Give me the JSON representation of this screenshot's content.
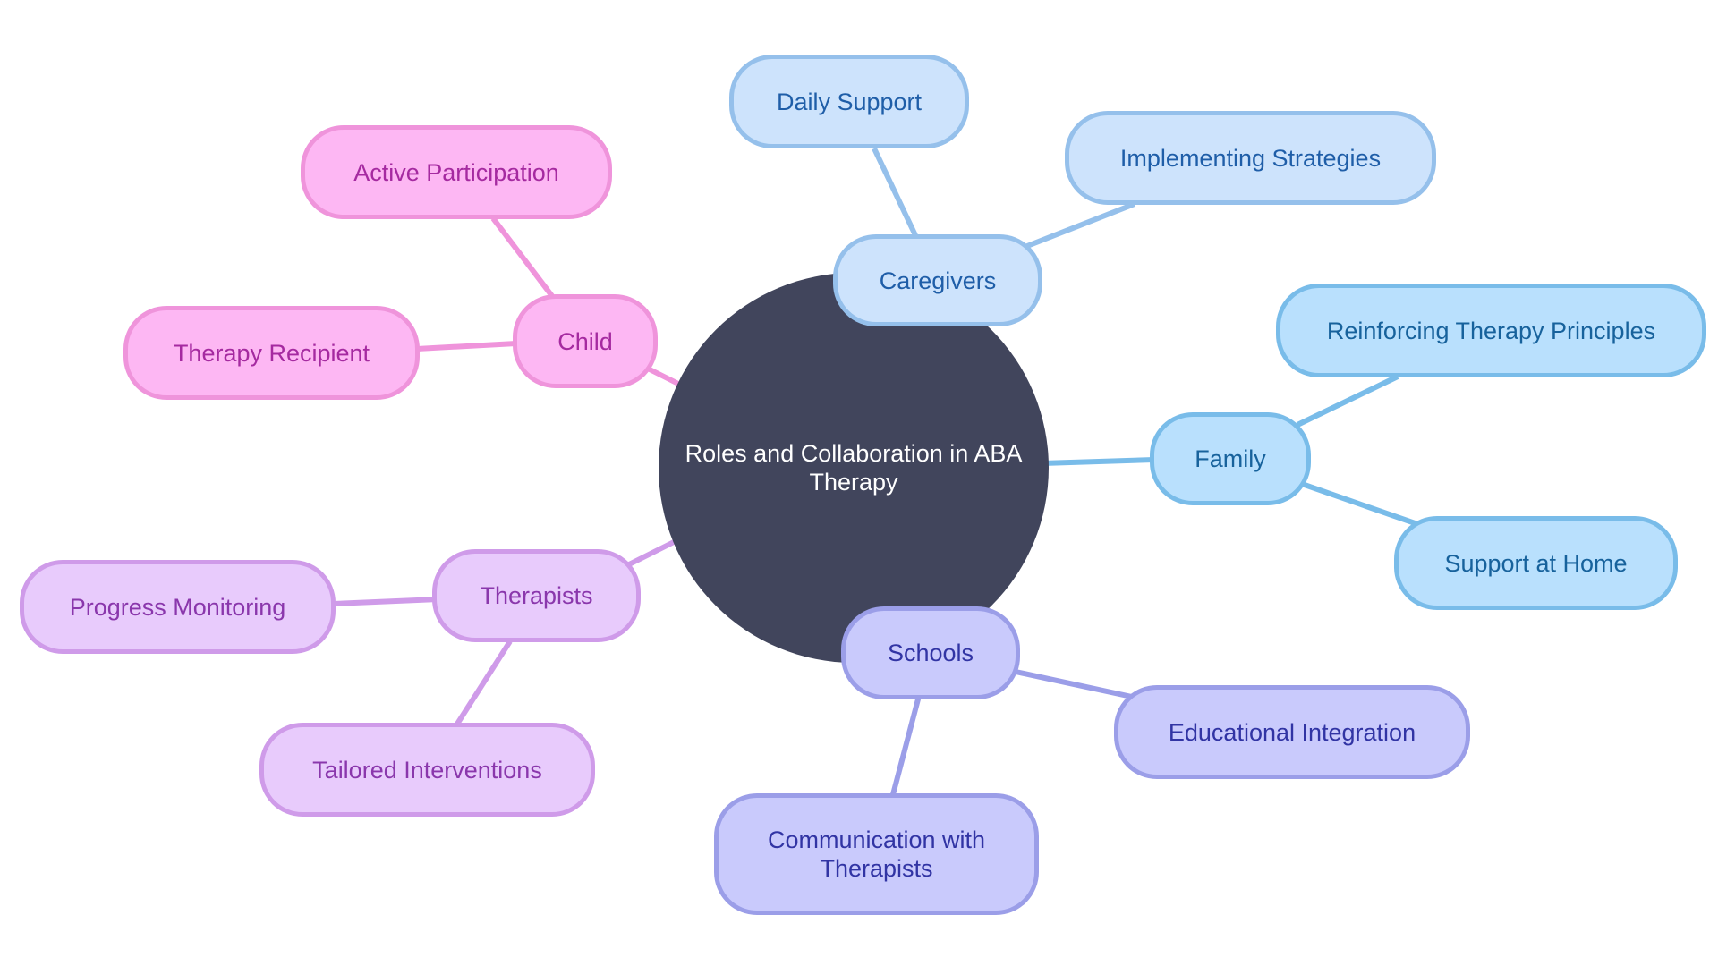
{
  "root": {
    "label": "Roles and Collaboration in ABA Therapy"
  },
  "colors": {
    "root": "#41455c",
    "caregivers": "#95c0eb",
    "family": "#79bce9",
    "schools": "#9b9ee8",
    "therapists": "#cf9be9",
    "child": "#ef94db"
  },
  "branches": {
    "caregivers": {
      "label": "Caregivers",
      "children": [
        "Daily Support",
        "Implementing Strategies"
      ]
    },
    "family": {
      "label": "Family",
      "children": [
        "Reinforcing Therapy Principles",
        "Support at Home"
      ]
    },
    "schools": {
      "label": "Schools",
      "children": [
        "Educational Integration",
        "Communication with Therapists"
      ]
    },
    "therapists": {
      "label": "Therapists",
      "children": [
        "Progress Monitoring",
        "Tailored Interventions"
      ]
    },
    "child": {
      "label": "Child",
      "children": [
        "Active Participation",
        "Therapy Recipient"
      ]
    }
  }
}
